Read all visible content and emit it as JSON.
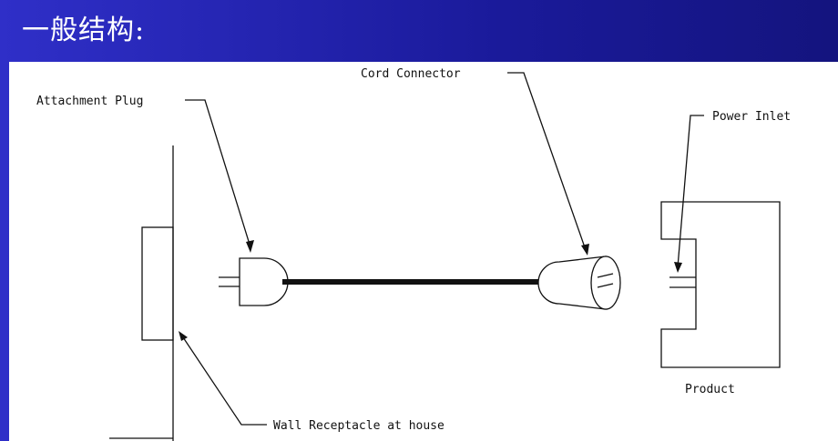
{
  "slide": {
    "title": "一般结构:"
  },
  "diagram": {
    "labels": {
      "attachment_plug": "Attachment Plug",
      "cord_connector": "Cord Connector",
      "power_inlet": "Power Inlet",
      "product": "Product",
      "wall_receptacle": "Wall Receptacle at house"
    }
  },
  "colors": {
    "background": "#1e1ea8",
    "panel": "#ffffff",
    "line": "#111111"
  }
}
